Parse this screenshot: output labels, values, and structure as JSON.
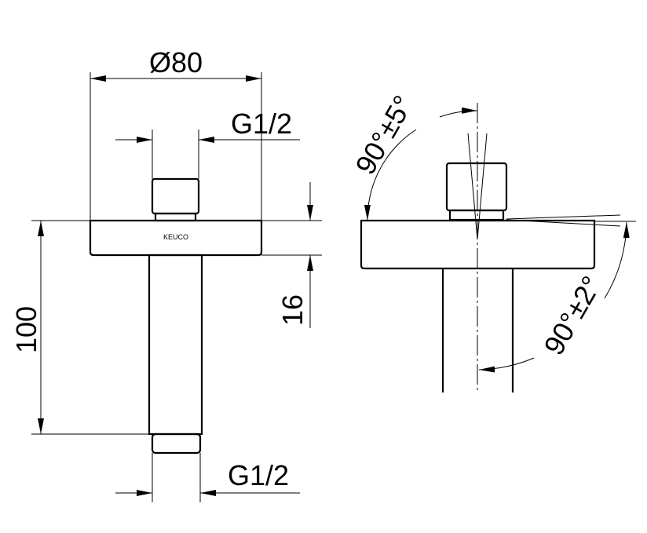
{
  "drawing": {
    "front_view": {
      "diameter_label": "Ø80",
      "top_thread_label": "G1/2",
      "bottom_thread_label": "G1/2",
      "flange_height_label": "16",
      "total_height_label": "100",
      "brand_logo": "KEUCO"
    },
    "side_view": {
      "top_angle_label": "90°±5°",
      "side_angle_label": "90°±2°"
    }
  }
}
